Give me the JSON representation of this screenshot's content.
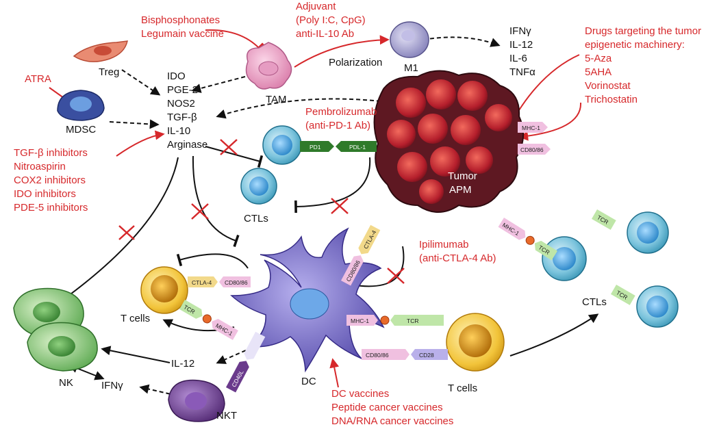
{
  "labels": {
    "treg": "Treg",
    "mdsc": "MDSC",
    "tam": "TAM",
    "m1": "M1",
    "polarization": "Polarization",
    "tumor_line1": "Tumor",
    "tumor_line2": "APM",
    "ctls_left": "CTLs",
    "ctls_right": "CTLs",
    "t_cells_left": "T cells",
    "t_cells_bottom": "T cells",
    "dc": "DC",
    "nk": "NK",
    "nkt": "NKT",
    "il12_bottom": "IL-12",
    "ifng_bottom": "IFNγ"
  },
  "suppressive_factors": [
    "IDO",
    "PGE-2",
    "NOS2",
    "TGF-β",
    "IL-10",
    "Arginase"
  ],
  "cytokines_m1": [
    "IFNγ",
    "IL-12",
    "IL-6",
    "TNFα"
  ],
  "drugs": {
    "bisphosphonates": [
      "Bisphosphonates",
      "Legumain vaccine"
    ],
    "adjuvant": [
      "Adjuvant",
      "(Poly I:C, CpG)",
      "anti-IL-10 Ab"
    ],
    "epigenetic": [
      "Drugs targeting the tumor",
      "epigenetic machinery:",
      "5-Aza",
      "5AHA",
      "Vorinostat",
      "Trichostatin"
    ],
    "atra": [
      "ATRA"
    ],
    "pembrolizumab": [
      "Pembrolizumab",
      "(anti-PD-1 Ab)"
    ],
    "inhibitors": [
      "TGF-β inhibitors",
      "Nitroaspirin",
      "COX2 inhibitors",
      "IDO inhibitors",
      "PDE-5 inhibitors"
    ],
    "ipilimumab": [
      "Ipilimumab",
      "(anti-CTLA-4 Ab)"
    ],
    "vaccines": [
      "DC vaccines",
      "Peptide cancer vaccines",
      "DNA/RNA cancer vaccines"
    ]
  },
  "receptors": {
    "pd1": "PD1",
    "pdl1": "PDL-1",
    "mhc1": "MHC-1",
    "cd80_86": "CD80/86",
    "ctla4": "CTLA-4",
    "tcr": "TCR",
    "cd28": "CD28",
    "cd40l": "CD40L"
  },
  "colors": {
    "drug_text": "#d6282b",
    "tumor": "#5e1822",
    "ctl": "#2f8fb0",
    "dc": "#5b4fb0",
    "tcell": "#e6b21f",
    "nk": "#4f9a4a",
    "tam": "#d97aa8",
    "treg": "#e2755f",
    "mdsc": "#3a4fa0",
    "m1": "#7e7ab5",
    "nkt": "#6a3a8c"
  }
}
